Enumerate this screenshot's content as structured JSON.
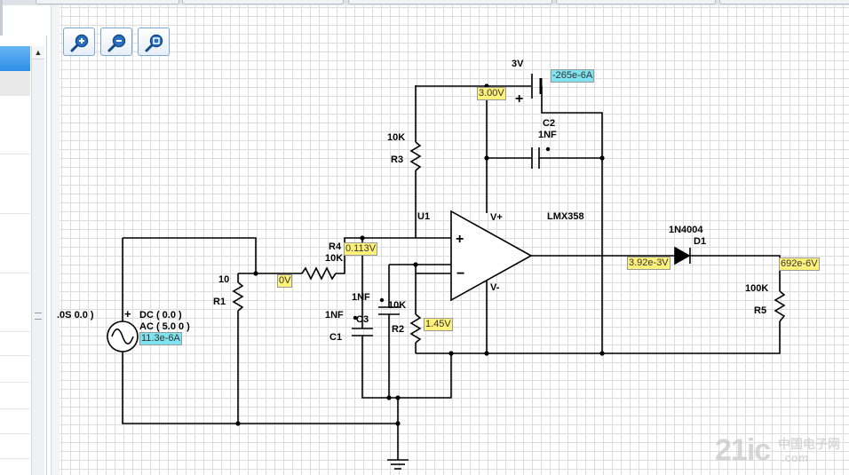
{
  "zoom_controls": [
    {
      "name": "zoom-in-button",
      "icon": "zoom-in-icon"
    },
    {
      "name": "zoom-out-button",
      "icon": "zoom-out-icon"
    },
    {
      "name": "zoom-fit-button",
      "icon": "zoom-fit-icon"
    }
  ],
  "components": {
    "battery": {
      "value": "3V"
    },
    "c2": {
      "ref": "C2",
      "value": "1NF"
    },
    "r3": {
      "ref": "R3",
      "value": "10K"
    },
    "u1": {
      "ref": "U1",
      "part": "LMX358",
      "vplus": "V+",
      "vminus": "V-",
      "plus": "+",
      "minus": "−"
    },
    "r4": {
      "ref": "R4",
      "value": "10K"
    },
    "r1": {
      "ref": "R1",
      "value": "10"
    },
    "c3": {
      "ref": "C3",
      "value": "1NF"
    },
    "c1": {
      "ref": "C1",
      "value": "1NF"
    },
    "r2": {
      "ref": "R2",
      "value": "10K"
    },
    "d1": {
      "ref": "D1",
      "part": "1N4004"
    },
    "r5": {
      "ref": "R5",
      "value": "100K"
    },
    "source": {
      "partial": ".0S 0.0 )",
      "dc": "DC ( 0.0 )",
      "ac": "AC ( 5.0 0 )",
      "plus": "+"
    },
    "battery_plus": "+"
  },
  "probes": {
    "battery_current": "-265e-6A",
    "node_3v": "3.00V",
    "r4_node": "0.113V",
    "input_node": "0V",
    "r2_node": "1.45V",
    "source_current": "11.3e-6A",
    "output_node": "3.92e-3V",
    "load_node": "692e-6V"
  },
  "watermark": {
    "main": "21ic",
    "cn": "中国电子网",
    "domain": ".com"
  },
  "colors": {
    "voltage_probe": "#fff27a",
    "current_probe": "#7fe3ef",
    "selection": "#2f8ee6"
  }
}
